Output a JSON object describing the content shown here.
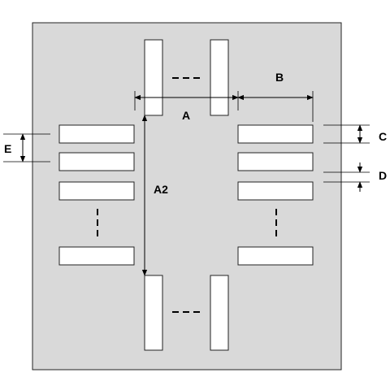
{
  "labels": {
    "A": "A",
    "A2": "A2",
    "B": "B",
    "C": "C",
    "D": "D",
    "E": "E"
  },
  "pads": {
    "top_visible": 2,
    "bottom_visible": 2,
    "left_visible": 4,
    "right_visible": 4
  },
  "colors": {
    "package_fill": "#d9d9d9",
    "pad_fill": "#ffffff",
    "line": "#000000"
  }
}
